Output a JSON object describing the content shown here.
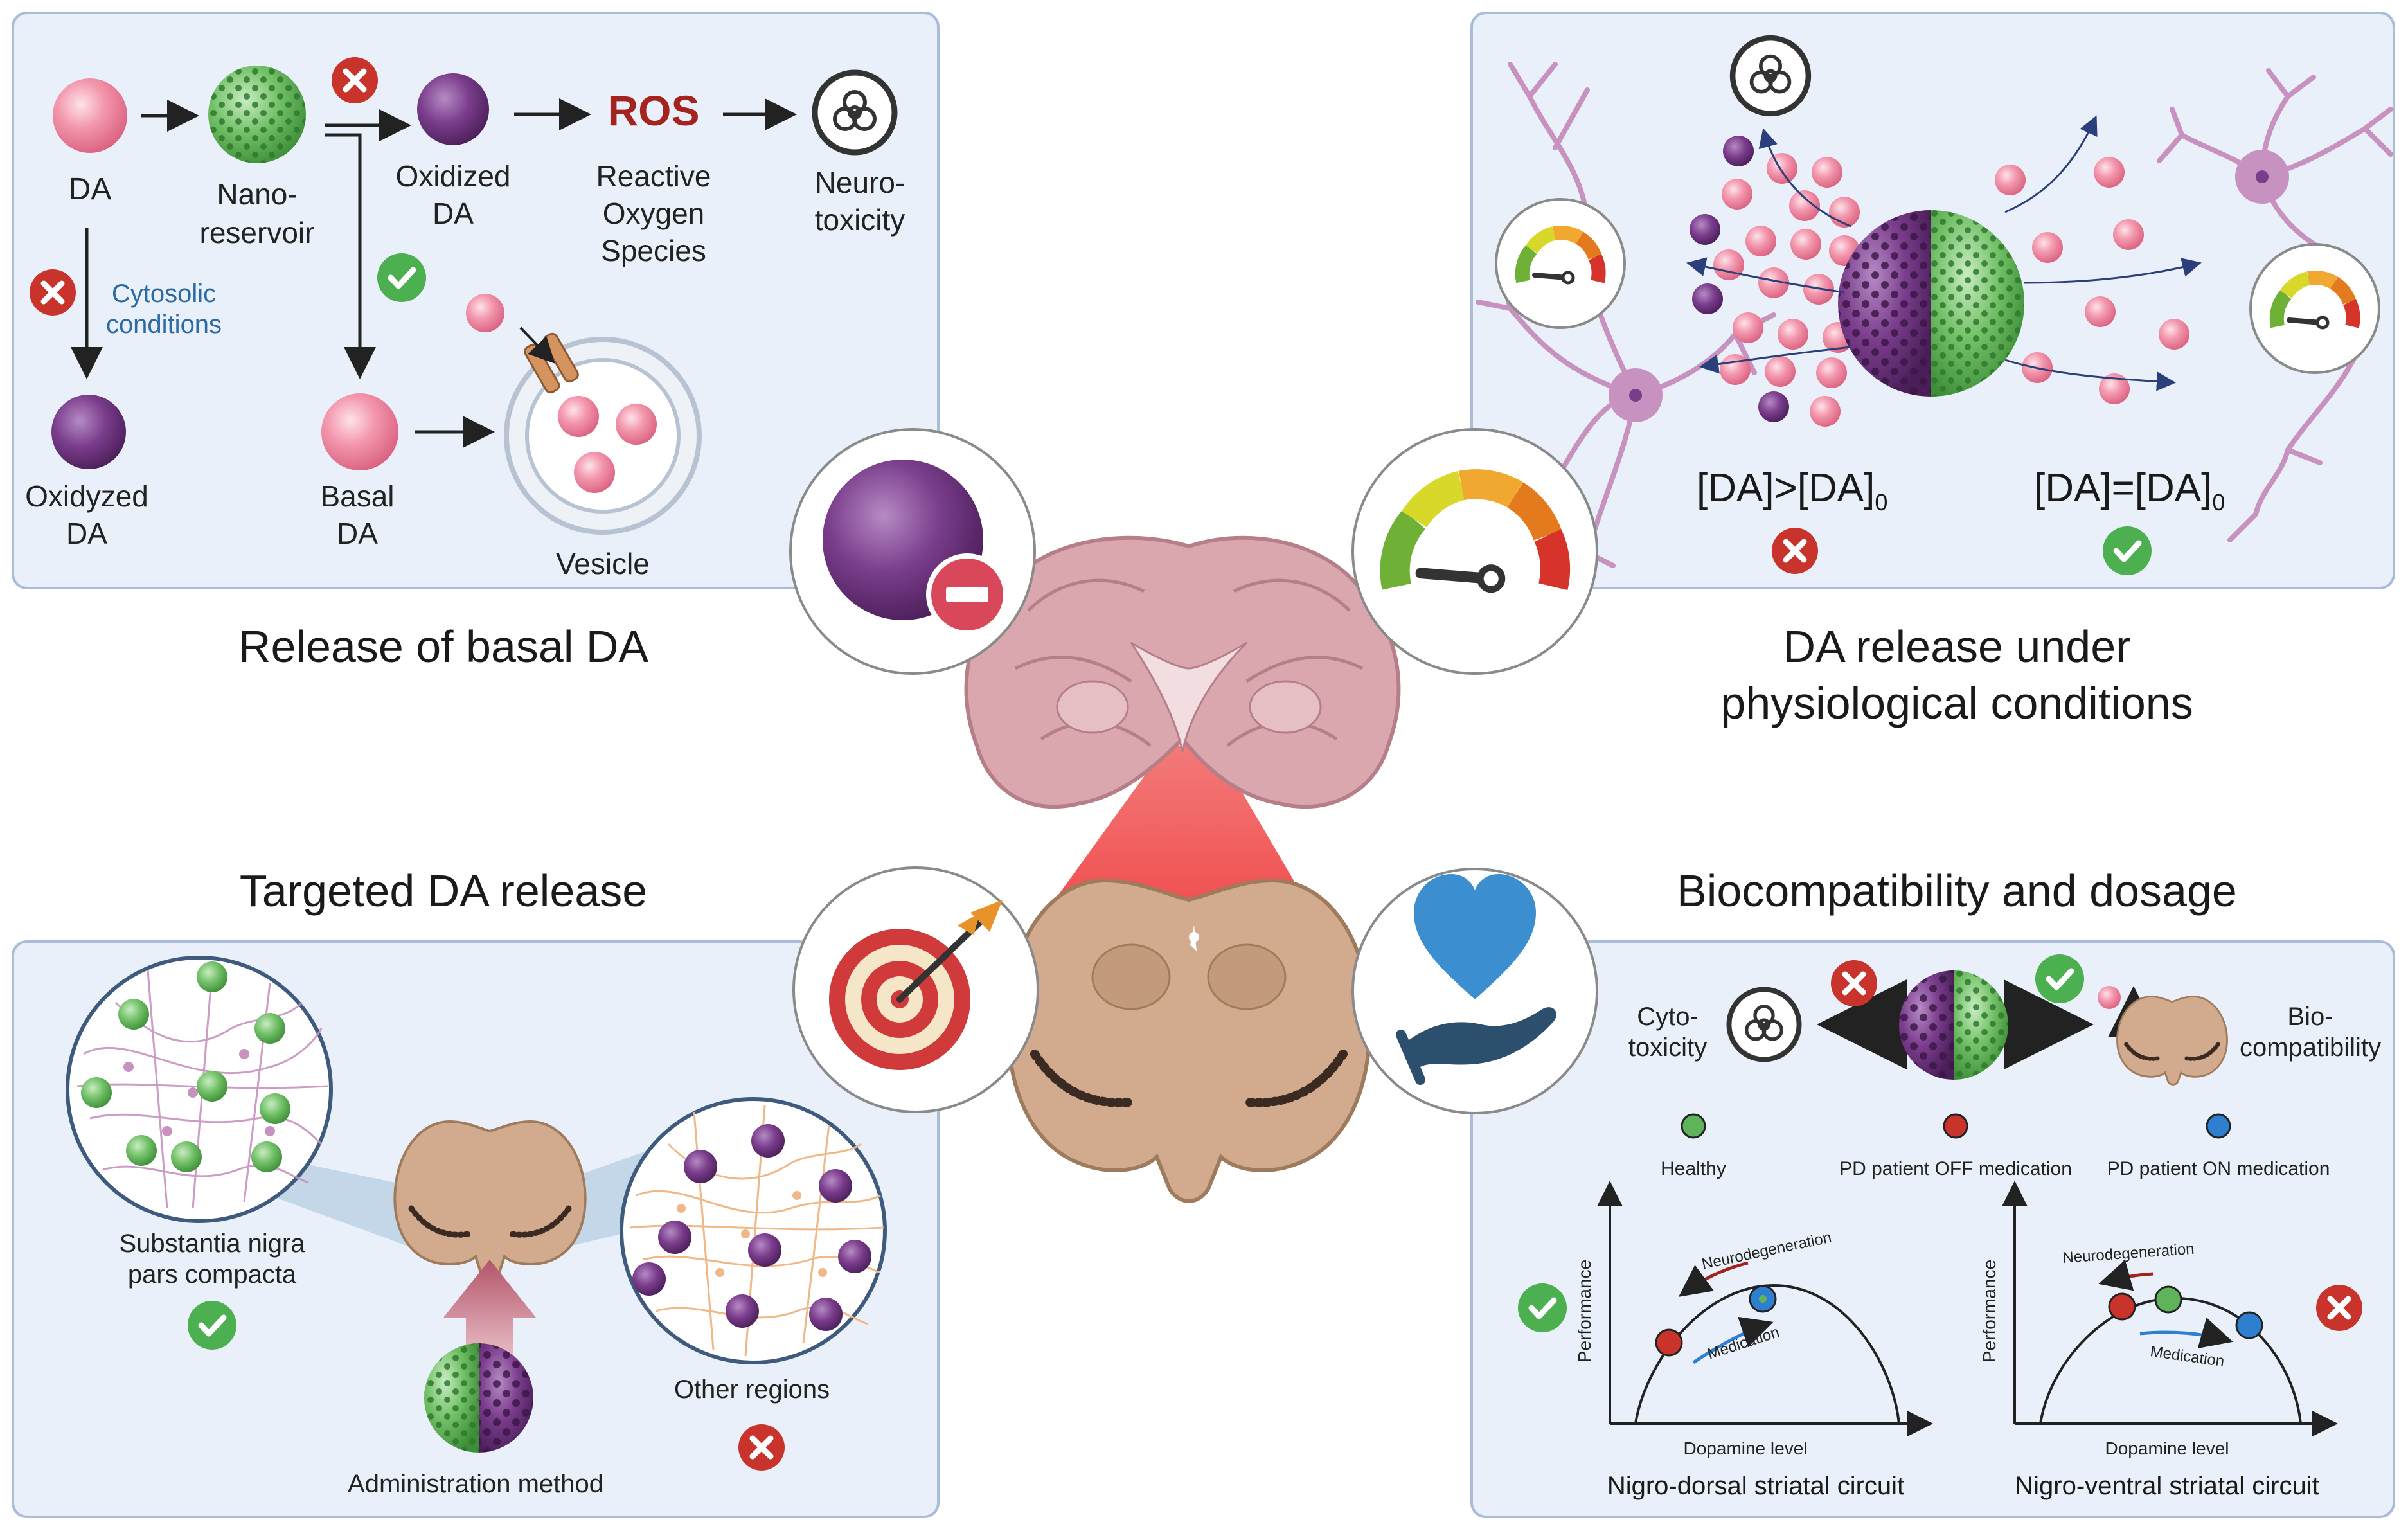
{
  "panels": {
    "basal": {
      "title": "Release of basal DA",
      "da": "DA",
      "nano1": "Nano-",
      "nano2": "reservoir",
      "oxidized1": "Oxidized",
      "oxidized2": "DA",
      "ros": "ROS",
      "ros_full1": "Reactive",
      "ros_full2": "Oxygen",
      "ros_full3": "Species",
      "neuro1": "Neuro-",
      "neuro2": "toxicity",
      "cytosolic1": "Cytosolic",
      "cytosolic2": "conditions",
      "oxidyzed1": "Oxidyzed",
      "oxidyzed2": "DA",
      "basal1": "Basal",
      "basal2": "DA",
      "vesicle": "Vesicle"
    },
    "physio": {
      "title1": "DA release under",
      "title2": "physiological conditions",
      "label_high": "[DA]>[DA]",
      "label_eq": "[DA]=[DA]",
      "sub0": "0"
    },
    "targeted": {
      "title": "Targeted DA release",
      "snpc1": "Substantia nigra",
      "snpc2": "pars compacta",
      "other": "Other regions",
      "admin": "Administration method"
    },
    "biocompat": {
      "title": "Biocompatibility and dosage",
      "cyto1": "Cyto-",
      "cyto2": "toxicity",
      "bio1": "Bio-",
      "bio2": "compatibility",
      "legend_healthy": "Healthy",
      "legend_off": "PD patient OFF medication",
      "legend_on": "PD patient ON medication",
      "yaxis": "Performance",
      "xaxis": "Dopamine level",
      "neurodegeneration": "Neurodegeneration",
      "medication": "Medication",
      "circuit1": "Nigro-dorsal striatal circuit",
      "circuit2": "Nigro-ventral striatal circuit"
    }
  },
  "colors": {
    "panel_bg": "#eaf0f9",
    "panel_border": "#a9bdd9",
    "pink": "#f08aa3",
    "purple": "#7a3d8c",
    "green": "#5fb35a",
    "red_x": "#c8342c",
    "check": "#4caf50",
    "ros": "#a4231f",
    "heart": "#3b8fd0",
    "brain": "#d9a7ad",
    "brainstem": "#d2ab8e"
  },
  "icons": [
    "biohazard-icon",
    "target-icon",
    "heart-hand-icon",
    "gauge-icon",
    "minus-particle-icon",
    "check-icon",
    "cross-icon"
  ]
}
